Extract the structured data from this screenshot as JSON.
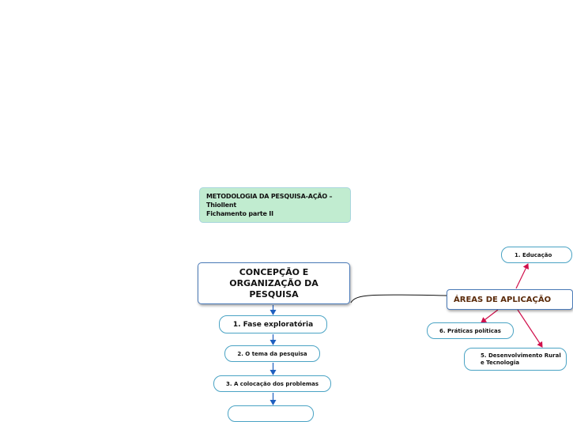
{
  "note": {
    "line1": "METODOLOGIA DA PESQUISA-AÇÃO –",
    "line2": "Thiollent",
    "line3": "Fichamento parte II"
  },
  "main_topic": "CONCEPÇÃO E ORGANIZAÇÃO DA PESQUISA",
  "steps": [
    "1. Fase exploratória",
    "2. O tema da pesquisa",
    "3. A colocação dos problemas",
    ""
  ],
  "areas": {
    "title": "ÁREAS DE APLICAÇÃO",
    "items": [
      "1. Educação",
      "6. Práticas políticas",
      "5. Desenvolvimento Rural e Tecnologia"
    ]
  },
  "colors": {
    "note_bg": "#c1ecd0",
    "main_border": "#4a7ab8",
    "step_border": "#4aa3c4",
    "step_arrow": "#1f5fbf",
    "area_arrow": "#d0104c",
    "area_title": "#5a2a0a"
  }
}
